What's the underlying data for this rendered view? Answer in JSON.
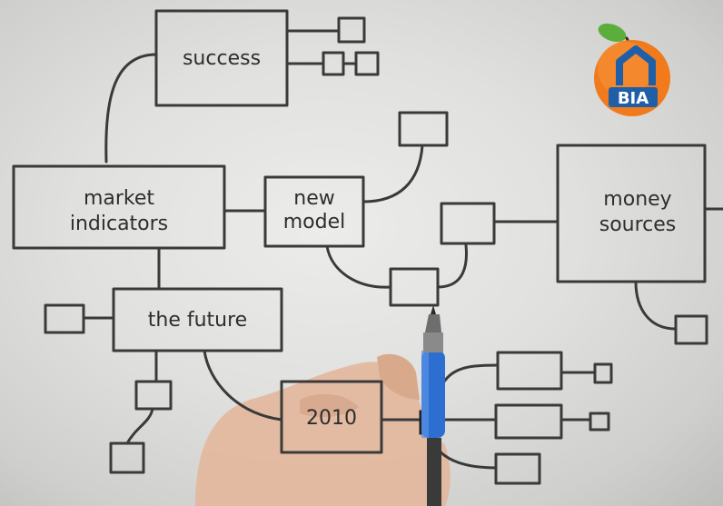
{
  "diagram": {
    "labels": {
      "success": "success",
      "market_line1": "market",
      "market_line2": "indicators",
      "model_line1": "new",
      "model_line2": "model",
      "money_line1": "money",
      "money_line2": "sources",
      "future": "the future",
      "year": "2010"
    }
  },
  "logo": {
    "text": "BIA",
    "colors": {
      "orange": "#f07a1c",
      "leaf": "#5cae3c",
      "house": "#1f5fa8"
    }
  },
  "colors": {
    "ink": "#3a3a3a",
    "pen_blue": "#2c6fd1",
    "skin": "#e0b49a"
  }
}
